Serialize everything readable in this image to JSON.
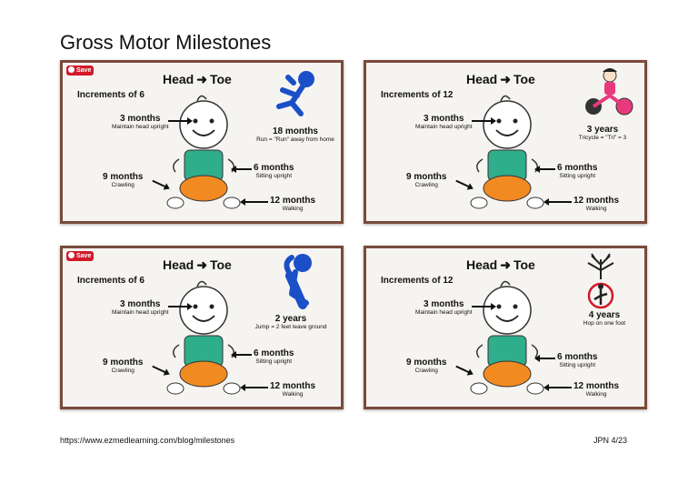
{
  "page": {
    "title": "Gross Motor Milestones",
    "footer_url": "https://www.ezmedlearning.com/blog/milestones",
    "footer_version": "JPN 4/23"
  },
  "common": {
    "save_label": "Save",
    "head": "Head",
    "toe": "Toe",
    "m3": "3 months",
    "m3_sub": "Maintain head upright",
    "m6": "6 months",
    "m6_sub": "Sitting upright",
    "m9": "9 months",
    "m9_sub": "Crawling",
    "m12": "12 months",
    "m12_sub": "Walking"
  },
  "cards": [
    {
      "increments": "Increments of 6",
      "has_save": true,
      "extra_title": "18 months",
      "extra_sub": "Run = \"Run\" away from home",
      "illustration": "running-figure-icon"
    },
    {
      "increments": "Increments of 12",
      "has_save": false,
      "extra_title": "3 years",
      "extra_sub": "Tricycle = \"Tri\" = 3",
      "illustration": "tricycle-girl-icon"
    },
    {
      "increments": "Increments of 6",
      "has_save": true,
      "extra_title": "2 years",
      "extra_sub": "Jump = 2 feet leave ground",
      "illustration": "jumping-figure-icon"
    },
    {
      "increments": "Increments of 12",
      "has_save": false,
      "extra_title": "4 years",
      "extra_sub": "Hop on one foot",
      "illustration": "tree-pose-figure-icon"
    }
  ],
  "colors": {
    "card_border": "#7a4a3a",
    "save_red": "#d11a2a",
    "shirt_teal": "#2fae8c",
    "diaper_orange": "#f28a22",
    "figure_blue": "#1a4fc7"
  }
}
